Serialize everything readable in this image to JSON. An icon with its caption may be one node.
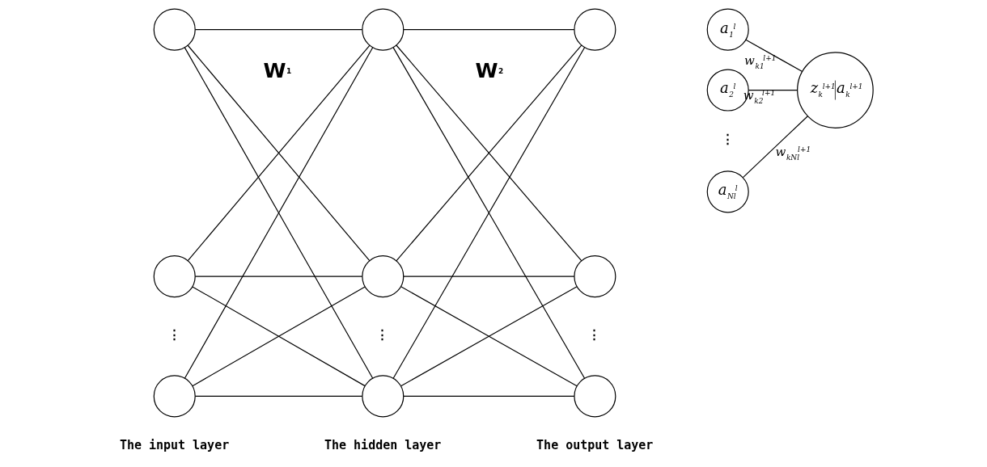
{
  "diagram": {
    "nodes": [
      {
        "text": [],
        "shape": "circle"
      },
      {
        "text": [],
        "shape": "circle"
      },
      {
        "text": [],
        "shape": "circle"
      },
      {
        "text": [],
        "shape": "circle"
      },
      {
        "text": [],
        "shape": "circle"
      },
      {
        "text": [],
        "shape": "circle"
      },
      {
        "text": [],
        "shape": "circle"
      },
      {
        "text": [],
        "shape": "circle"
      },
      {
        "text": [],
        "shape": "circle"
      },
      {
        "text": [
          "a$_{1}$$^{l}$"
        ]
      },
      {
        "text": [
          "a$_{2}$$^{l}$"
        ]
      },
      {
        "text": [
          "a$_{Nl}$$^{l}$"
        ]
      },
      {
        "text": [
          "z$_{k}$$^{l+1}$",
          "a$_{k}$$^{l+1}$"
        ]
      }
    ],
    "edges": [
      {
        "from": 0,
        "to": 3,
        "arrow": "none"
      },
      {
        "from": 0,
        "to": 4,
        "arrow": "none"
      },
      {
        "from": 0,
        "to": 5,
        "arrow": "none"
      },
      {
        "from": 1,
        "to": 3,
        "arrow": "none"
      },
      {
        "from": 1,
        "to": 4,
        "arrow": "none"
      },
      {
        "from": 1,
        "to": 5,
        "arrow": "none"
      },
      {
        "from": 2,
        "to": 3,
        "arrow": "none"
      },
      {
        "from": 2,
        "to": 4,
        "arrow": "none"
      },
      {
        "from": 2,
        "to": 5,
        "arrow": "none"
      },
      {
        "from": 3,
        "to": 6,
        "arrow": "none"
      },
      {
        "from": 3,
        "to": 7,
        "arrow": "none"
      },
      {
        "from": 3,
        "to": 8,
        "arrow": "none"
      },
      {
        "from": 4,
        "to": 6,
        "arrow": "none"
      },
      {
        "from": 4,
        "to": 7,
        "arrow": "none"
      },
      {
        "from": 4,
        "to": 8,
        "arrow": "none"
      },
      {
        "from": 5,
        "to": 6,
        "arrow": "none"
      },
      {
        "from": 5,
        "to": 7,
        "arrow": "none"
      },
      {
        "from": 5,
        "to": 8,
        "arrow": "none"
      },
      {
        "from": 9,
        "to": 12,
        "arrow": "none",
        "label": "w$_{k1}$$^{l+1}$"
      },
      {
        "from": 10,
        "to": 12,
        "arrow": "none",
        "label": "w$_{k2}$$^{l+1}$"
      },
      {
        "from": 11,
        "to": 12,
        "arrow": "none",
        "label": "w$_{kNl}$$^{l+1}$"
      }
    ],
    "labels": [
      "W$^{1}$",
      "W$^{2}$",
      "⋮",
      "⋮",
      "⋮",
      "⋮",
      "The input layer",
      "The hidden layer",
      "The output layer"
    ]
  }
}
